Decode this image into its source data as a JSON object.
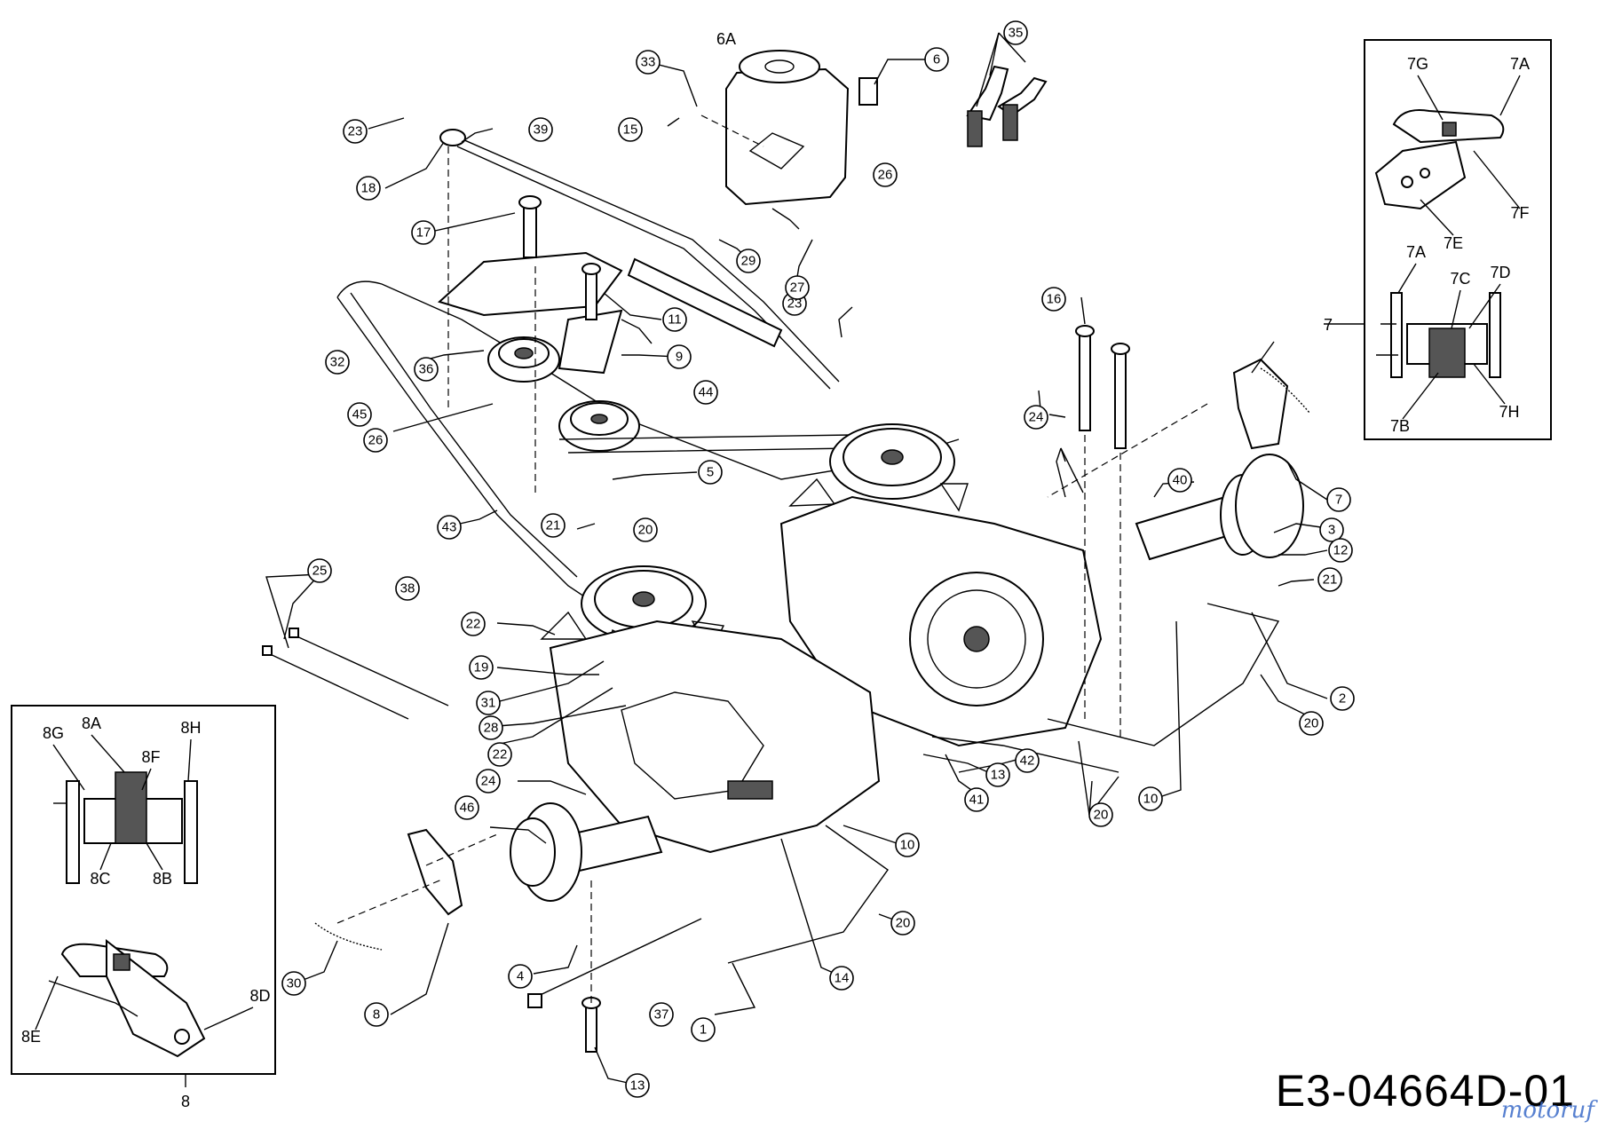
{
  "drawing_number": "E3-04664D-01",
  "watermark": "motoruf",
  "callouts": [
    "1",
    "2",
    "3",
    "4",
    "5",
    "6",
    "6A",
    "7",
    "8",
    "9",
    "10",
    "11",
    "12",
    "13",
    "14",
    "15",
    "16",
    "17",
    "18",
    "19",
    "20",
    "21",
    "22",
    "23",
    "24",
    "25",
    "26",
    "27",
    "28",
    "29",
    "30",
    "31",
    "32",
    "33",
    "35",
    "36",
    "37",
    "38",
    "39",
    "40",
    "41",
    "42",
    "43",
    "44",
    "45",
    "46"
  ],
  "inset_7": {
    "group_label": "7",
    "labels": [
      "7A",
      "7B",
      "7C",
      "7D",
      "7E",
      "7F",
      "7G",
      "7H"
    ]
  },
  "inset_8": {
    "group_label": "8",
    "labels": [
      "8A",
      "8B",
      "8C",
      "8D",
      "8E",
      "8F",
      "8G",
      "8H"
    ]
  }
}
